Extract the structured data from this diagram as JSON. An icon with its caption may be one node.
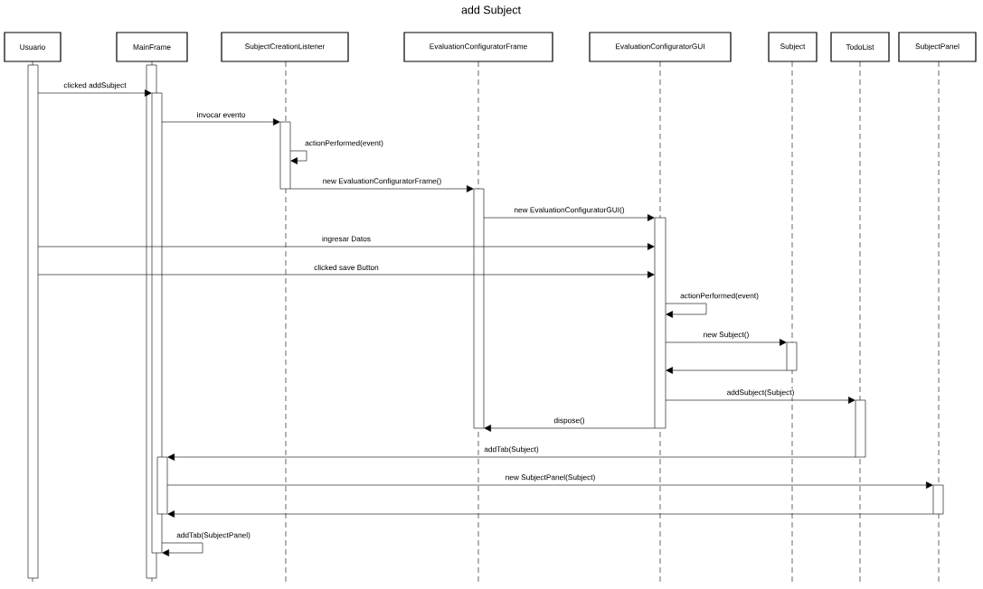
{
  "diagram": {
    "title": "add Subject",
    "nodes": [
      {
        "text": [
          "Usuario"
        ]
      },
      {
        "text": [
          "MainFrame"
        ]
      },
      {
        "text": [
          "SubjectCreationListener"
        ]
      },
      {
        "text": [
          "EvaluationConfiguratorFrame"
        ]
      },
      {
        "text": [
          "EvaluationConfiguratorGUI"
        ]
      },
      {
        "text": [
          "Subject"
        ]
      },
      {
        "text": [
          "TodoList"
        ]
      },
      {
        "text": [
          "SubjectPanel"
        ]
      },
      {
        "text": [],
        "shape": "bar"
      },
      {
        "text": [],
        "shape": "bar"
      },
      {
        "text": [],
        "shape": "bar"
      },
      {
        "text": [],
        "shape": "bar"
      },
      {
        "text": [],
        "shape": "bar"
      },
      {
        "text": [],
        "shape": "bar"
      },
      {
        "text": [],
        "shape": "bar"
      },
      {
        "text": [],
        "shape": "bar"
      },
      {
        "text": [],
        "shape": "bar"
      },
      {
        "text": [],
        "shape": "bar"
      }
    ],
    "edges": [
      {
        "from": 8,
        "to": 10,
        "arrow": "to",
        "label": "clicked addSubject"
      },
      {
        "from": 10,
        "to": 12,
        "arrow": "to",
        "label": "invocar evento"
      },
      {
        "from": 12,
        "to": 12,
        "arrow": "to",
        "label": "actionPerformed(event)"
      },
      {
        "from": 12,
        "to": 13,
        "arrow": "to",
        "label": "new EvaluationConfiguratorFrame()"
      },
      {
        "from": 13,
        "to": 14,
        "arrow": "to",
        "label": "new EvaluationConfiguratorGUI()"
      },
      {
        "from": 8,
        "to": 14,
        "arrow": "to",
        "label": "ingresar Datos"
      },
      {
        "from": 8,
        "to": 14,
        "arrow": "to",
        "label": "clicked save Button"
      },
      {
        "from": 14,
        "to": 14,
        "arrow": "to",
        "label": "actionPerformed(event)"
      },
      {
        "from": 14,
        "to": 15,
        "arrow": "to",
        "label": "new Subject()"
      },
      {
        "from": 15,
        "to": 14,
        "arrow": "to"
      },
      {
        "from": 14,
        "to": 16,
        "arrow": "to",
        "label": "addSubject(Subject)"
      },
      {
        "from": 14,
        "to": 13,
        "arrow": "to",
        "label": "dispose()"
      },
      {
        "from": 16,
        "to": 11,
        "arrow": "to",
        "label": "addTab(Subject)"
      },
      {
        "from": 11,
        "to": 17,
        "arrow": "to",
        "label": "new SubjectPanel(Subject)"
      },
      {
        "from": 17,
        "to": 11,
        "arrow": "to"
      },
      {
        "from": 10,
        "to": 10,
        "arrow": "to",
        "label": "addTab(SubjectPanel)"
      }
    ]
  }
}
